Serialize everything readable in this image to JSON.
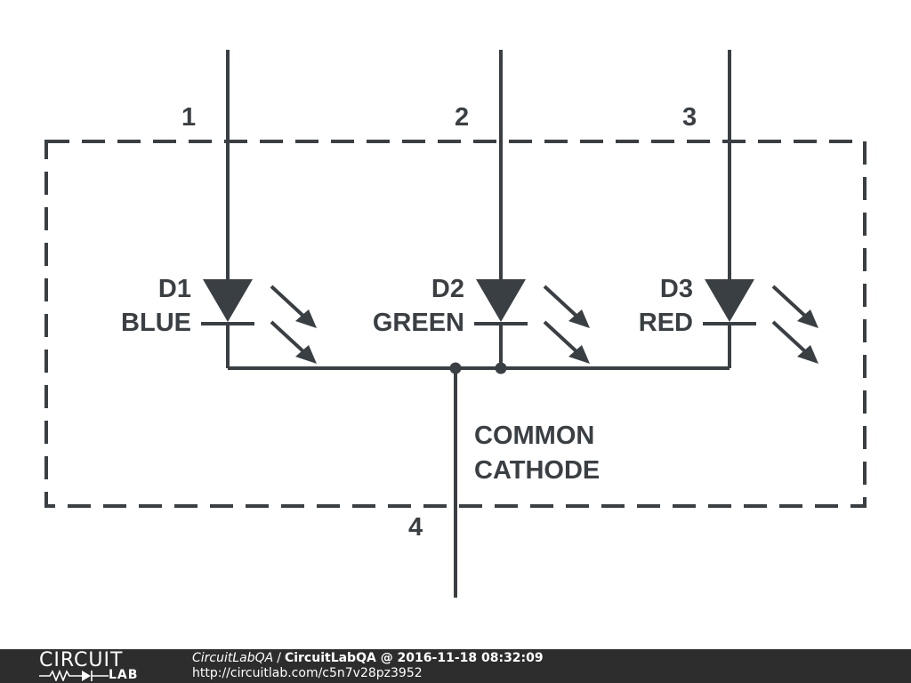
{
  "diagram": {
    "pins": [
      "1",
      "2",
      "3",
      "4"
    ],
    "leds": [
      {
        "ref": "D1",
        "color_name": "BLUE"
      },
      {
        "ref": "D2",
        "color_name": "GREEN"
      },
      {
        "ref": "D3",
        "color_name": "RED"
      }
    ],
    "common_label_line1": "COMMON",
    "common_label_line2": "CATHODE",
    "stroke_color": "#3a3f44"
  },
  "footer": {
    "logo_top": "CIRCUIT",
    "logo_bottom": "LAB",
    "author": "CircuitLabQA",
    "separator": "/",
    "title": "CircuitLabQA @ 2016-11-18 08:32:09",
    "url": "http://circuitlab.com/c5n7v28pz3952"
  }
}
